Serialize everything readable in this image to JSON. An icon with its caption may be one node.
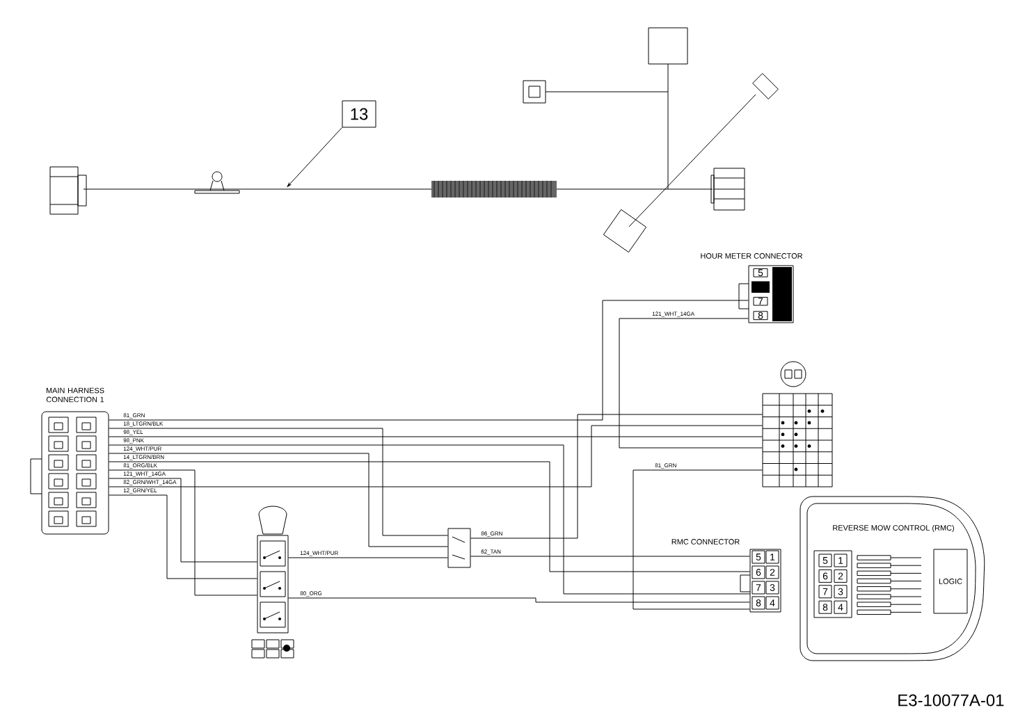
{
  "diagram": {
    "nodes": [
      {
        "text": [
          "13"
        ]
      },
      {
        "text": [],
        "shape": "picture"
      },
      {
        "text": [
          "HOUR METER CONNECTOR",
          "5",
          "7",
          "8"
        ]
      },
      {
        "text": [
          "MAIN HARNESS CONNECTION 1"
        ]
      },
      {
        "text": [],
        "shape": "picture"
      },
      {
        "text": [
          "RMC CONNECTOR",
          "5",
          "1",
          "6",
          "2",
          "7",
          "3",
          "8",
          "4"
        ]
      },
      {
        "text": [
          "REVERSE MOW CONTROL (RMC)",
          "5",
          "1",
          "6",
          "2",
          "7",
          "3",
          "8",
          "4"
        ]
      },
      {
        "text": [
          "LOGIC"
        ],
        "in": 6
      },
      {
        "text": [],
        "shape": "picture"
      },
      {
        "text": [],
        "shape": "box"
      }
    ],
    "edges": [
      {
        "from": 0,
        "to": 1,
        "arrow": "to"
      },
      {
        "from": 3,
        "to": 2,
        "arrow": "none",
        "label": "81_GRN"
      },
      {
        "from": 3,
        "to": 9,
        "arrow": "none",
        "label": "18_LTGRN/BLK"
      },
      {
        "from": 3,
        "to": 4,
        "arrow": "none",
        "label": "98_YEL"
      },
      {
        "from": 3,
        "to": 5,
        "arrow": "none",
        "label": "98_PNK"
      },
      {
        "from": 3,
        "to": 9,
        "arrow": "none",
        "label": "124_WHT/PUR"
      },
      {
        "from": 3,
        "to": 5,
        "arrow": "none",
        "label": "14_LTGRN/BRN"
      },
      {
        "from": 3,
        "to": 8,
        "arrow": "none",
        "label": "81_ORG/BLK"
      },
      {
        "from": 3,
        "to": 8,
        "arrow": "none",
        "label": "121_WHT_14GA"
      },
      {
        "from": 3,
        "to": 4,
        "arrow": "none",
        "label": "82_GRN/WHT_14GA"
      },
      {
        "from": 3,
        "to": 8,
        "arrow": "none",
        "label": "12_GRN/YEL"
      },
      {
        "from": 8,
        "to": 9,
        "arrow": "none",
        "label": "124_WHT/PUR"
      },
      {
        "from": 8,
        "to": 5,
        "arrow": "none",
        "label": "80_ORG"
      },
      {
        "from": 9,
        "to": 4,
        "arrow": "none",
        "label": "86_GRN"
      },
      {
        "from": 9,
        "to": 5,
        "arrow": "none",
        "label": "62_TAN"
      },
      {
        "from": 4,
        "to": 2,
        "arrow": "none",
        "label": "121_WHT_14GA"
      },
      {
        "from": 4,
        "to": 5,
        "arrow": "none",
        "label": "81_GRN"
      }
    ],
    "labels": [
      "E3-10077A-01"
    ]
  }
}
